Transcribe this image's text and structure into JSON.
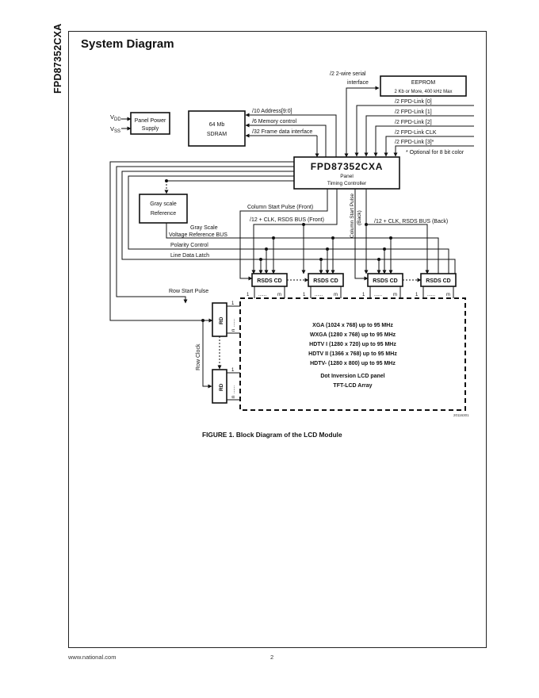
{
  "page": {
    "side_title": "FPD87352CXA",
    "section_title": "System Diagram",
    "caption": "FIGURE 1. Block Diagram of the LCD Module",
    "figure_id": "20116301",
    "footer_url": "www.national.com",
    "page_number": "2"
  },
  "power": {
    "vdd_label": "V",
    "vdd_sub": "DD",
    "vss_label": "V",
    "vss_sub": "SS",
    "block_line1": "Panel Power",
    "block_line2": "Supply"
  },
  "sdram": {
    "line1": "64 Mb",
    "line2": "SDRAM",
    "signals": [
      "/10 Address[9:0]",
      "/6 Memory control",
      "/32 Frame data interface"
    ]
  },
  "eeprom": {
    "line1": "EEPROM",
    "line2": "2 Kb or More, 400 kHz Max",
    "interface_line1": "/2 2-wire serial",
    "interface_line2": "interface"
  },
  "fpd_links": [
    "/2 FPD-Link [0]",
    "/2 FPD-Link [1]",
    "/2 FPD-Link [2]",
    "/2 FPD-Link CLK",
    "/2 FPD-Link [3]*"
  ],
  "fpd_note": "* Optional for 8 bit color",
  "controller": {
    "name": "FPD87352CXA",
    "line1": "Panel",
    "line2": "Timing Controller"
  },
  "gray_ref": {
    "line1": "Gray scale",
    "line2": "Reference"
  },
  "signals": {
    "col_start_front": "Column Start Pulse (Front)",
    "rsds_front": "/12 + CLK, RSDS BUS (Front)",
    "col_start_back_1": "Column Start Pulse",
    "col_start_back_2": "(Back)",
    "rsds_back": "/12 + CLK, RSDS BUS (Back)",
    "gray_bus_1": "Gray Scale",
    "gray_bus_2": "Voltage Reference BUS",
    "polarity": "Polarity Control",
    "line_latch": "Line Data Latch",
    "row_start": "Row Start Pulse",
    "row_clock": "Row Clock"
  },
  "column_drivers": [
    "RSDS CD",
    "RSDS CD",
    "RSDS CD",
    "RSDS CD"
  ],
  "driver_pins": {
    "first": "1",
    "dots": "......",
    "last": "m"
  },
  "row_drivers": [
    "RD",
    "RD"
  ],
  "row_pins": {
    "first": "1",
    "dots": "......",
    "last": "n"
  },
  "panel": {
    "modes": [
      "XGA (1024 x 768) up to 95 MHz",
      "WXGA (1280 x 768) up to 95 MHz",
      "HDTV I  (1280 x 720) up to 95 MHz",
      "HDTV II  (1366 x 768) up to 95 MHz",
      "HDTV-  (1280 x 800) up to 95 MHz"
    ],
    "type_line1": "Dot Inversion LCD panel",
    "type_line2": "TFT-LCD Array"
  }
}
